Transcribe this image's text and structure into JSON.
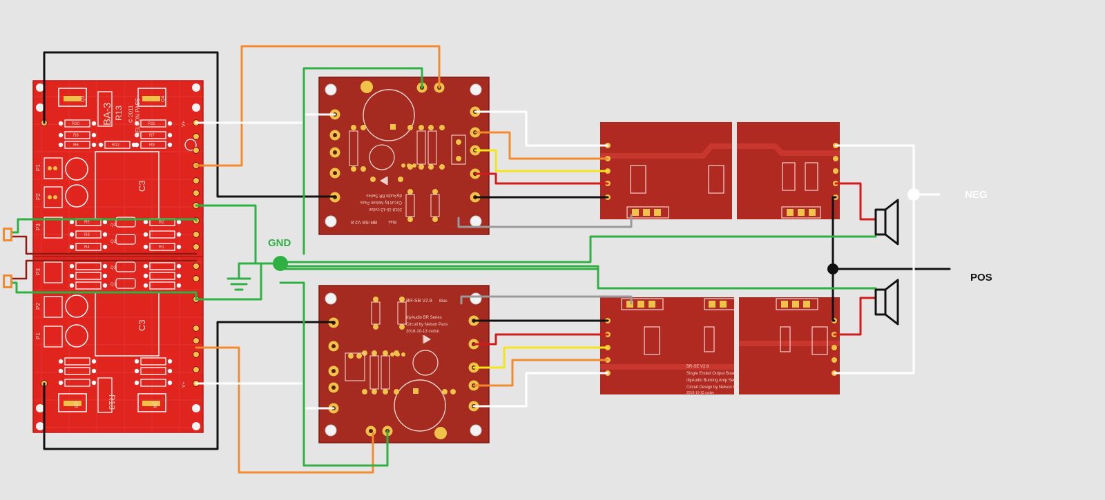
{
  "labels": {
    "gnd": "GND",
    "neg": "NEG",
    "pos": "POS"
  },
  "boards": {
    "ba3_title": "BA-3",
    "ba3_credit_1": "NELSON PASS",
    "ba3_credit_2": "© 2011",
    "r13": "R13",
    "c3": "C3",
    "q3": "Q3",
    "q4": "Q4",
    "p1": "P1",
    "p2": "P2",
    "p3": "P3",
    "vplus": "V+",
    "q1": "Q1",
    "q2": "Q2",
    "r1": "R1",
    "r2": "R2",
    "r3": "R3",
    "r4": "R4",
    "r5": "R5",
    "r6": "R6",
    "r7": "R7",
    "r8": "R8",
    "r9": "R9",
    "r10": "R10",
    "r11": "R11",
    "r12": "R12",
    "bias_board_title": "BR-SB V2.8",
    "bias_board_sub1": "diyAudio BR Series",
    "bias_board_sub2": "Circuit by Nelson Pass",
    "bias_board_date": "2018-10-13 cvdsn",
    "bias_board_bias": "Bias",
    "out_board_title": "BR-SE V2.6",
    "out_board_sub1": "Single Ended Output Board",
    "out_board_sub2": "diyAudio Burning Amp Series",
    "out_board_sub3": "Circuit Design by Nelson Pass",
    "out_board_date": "2018-10-10 cvdsn"
  },
  "colors": {
    "background": "#e5e5e5",
    "pcb_red": "#e0251f",
    "pcb_brown": "#8e1a12",
    "wire_black": "#111111",
    "wire_orange": "#f28a2e",
    "wire_green": "#2fb043",
    "wire_white": "#ffffff",
    "wire_yellow": "#f4e51a",
    "wire_red": "#d11b1b",
    "wire_gray": "#9a9a9a"
  }
}
